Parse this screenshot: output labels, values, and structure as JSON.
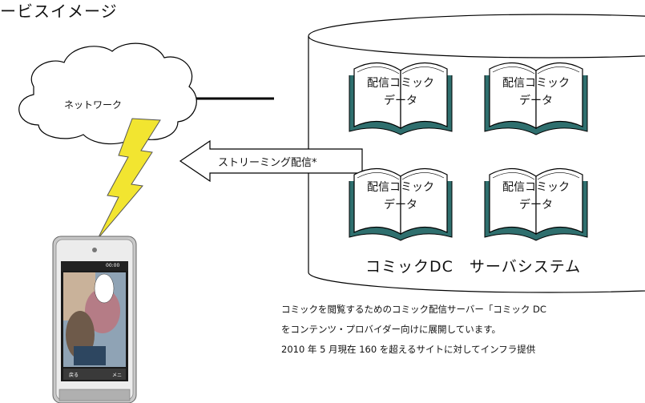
{
  "title": "ービスイメージ",
  "network": {
    "label": "ネットワーク"
  },
  "streaming": {
    "label": "ストリーミング配信*"
  },
  "server": {
    "label": "コミックDC　サーバシステム",
    "books": [
      {
        "line1": "配信コミック",
        "line2": "データ"
      },
      {
        "line1": "配信コミック",
        "line2": "データ"
      },
      {
        "line1": "配信コミック",
        "line2": "データ"
      },
      {
        "line1": "配信コミック",
        "line2": "データ"
      }
    ]
  },
  "description": {
    "line1": "コミックを閲覧するためのコミック配信サーバー「コミック DC",
    "line2": "をコンテンツ・プロバイダー向けに展開しています。",
    "line3": "2010 年 5 月現在 160 を超えるサイトに対してインフラ提供"
  },
  "phone": {
    "clock": "00:00",
    "softkey_left": "戻る",
    "softkey_right": "メニ"
  },
  "colors": {
    "lightning": "#f2e530",
    "phone_body": "#c8c8c8",
    "outline": "#000000"
  }
}
